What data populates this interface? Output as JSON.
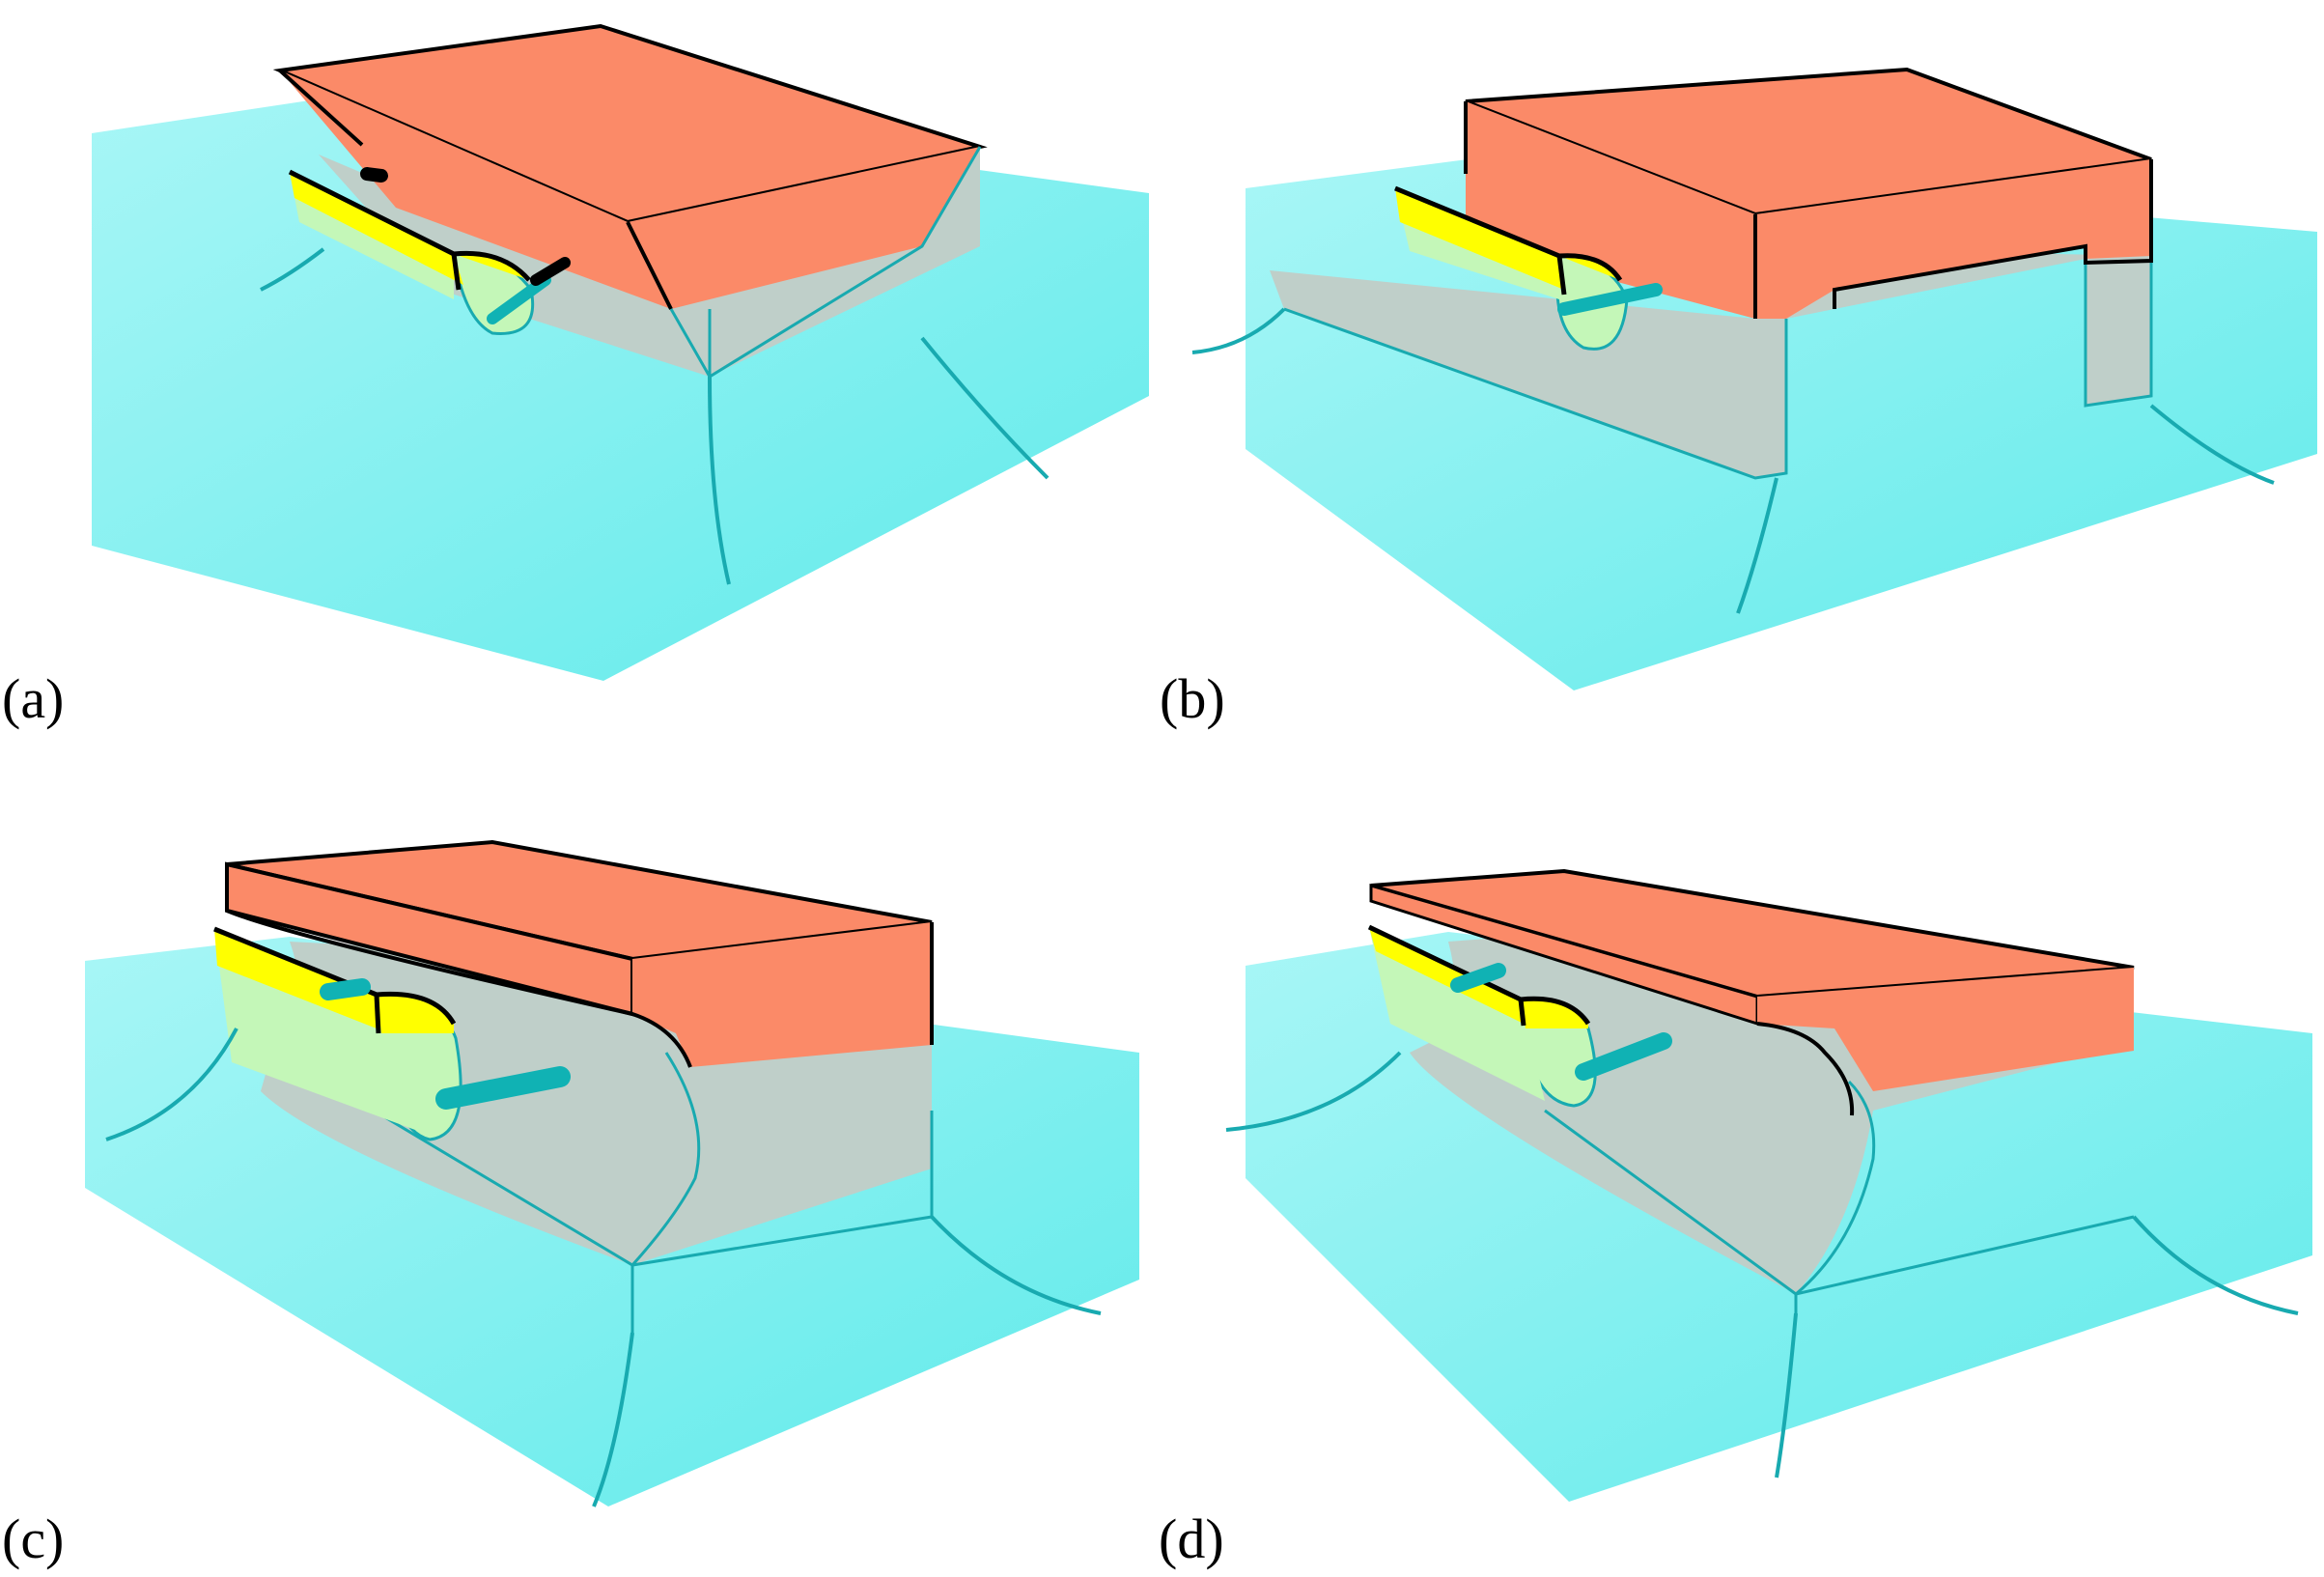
{
  "figure": {
    "panels": [
      {
        "id": "a",
        "label": "(a)",
        "description": "Trapezoidal (inverted V) pontoon/box structure with attached cylindrical buoy and mooring lines"
      },
      {
        "id": "b",
        "label": "(b)",
        "description": "Box structure with rectangular moonpool cut-out and attached cylindrical buoy"
      },
      {
        "id": "c",
        "label": "(c)",
        "description": "Deck box over curved bulbous hull with attached cylindrical buoy"
      },
      {
        "id": "d",
        "label": "(d)",
        "description": "Thin deck plate over cylindrical hull with attached cylindrical buoy"
      }
    ],
    "colors": {
      "water": "#7af2f2",
      "water_edge": "#5fe6e8",
      "deck_above_water": "#fb8a68",
      "hull_submerged": "#bfcfc9",
      "buoy_above_water": "#ffff00",
      "buoy_submerged": "#c4f7b8",
      "arm_submerged": "#10b2b4",
      "arm_above_water": "#000000",
      "mooring_line": "#18aab0",
      "edge_line": "#000000"
    }
  }
}
